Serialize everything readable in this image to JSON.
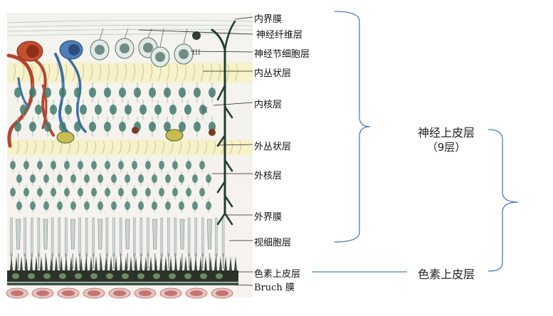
{
  "layer_labels": [
    {
      "id": "inner-limiting-membrane",
      "text": "内界膜"
    },
    {
      "id": "nerve-fiber-layer",
      "text": "神经纤维层"
    },
    {
      "id": "ganglion-cell-layer",
      "text": "神经节细胞层"
    },
    {
      "id": "inner-plexiform-layer",
      "text": "内丛状层"
    },
    {
      "id": "inner-nuclear-layer",
      "text": "内核层"
    },
    {
      "id": "outer-plexiform-layer",
      "text": "外丛状层"
    },
    {
      "id": "outer-nuclear-layer",
      "text": "外核层"
    },
    {
      "id": "outer-limiting-membrane",
      "text": "外界膜"
    },
    {
      "id": "photoreceptor-layer",
      "text": "视细胞层"
    },
    {
      "id": "pigment-epithelium-layer",
      "text": "色素上皮层"
    },
    {
      "id": "bruch-membrane",
      "text": "Bruch 膜"
    }
  ],
  "groups": {
    "neuroepithelium_name": "神经上皮层",
    "neuroepithelium_count": "（9层）",
    "pigment_epithelium_name": "色素上皮层"
  },
  "roman_numerals": [
    "III",
    "II"
  ],
  "colors": {
    "bracket": "#4a7fb5",
    "nuclei": "#3f7a6c",
    "vessel_red": "#b5452c",
    "vessel_blue": "#3c6ea8",
    "muller_cell": "#1f3d34",
    "plexiform_band": "#f4efb8"
  }
}
